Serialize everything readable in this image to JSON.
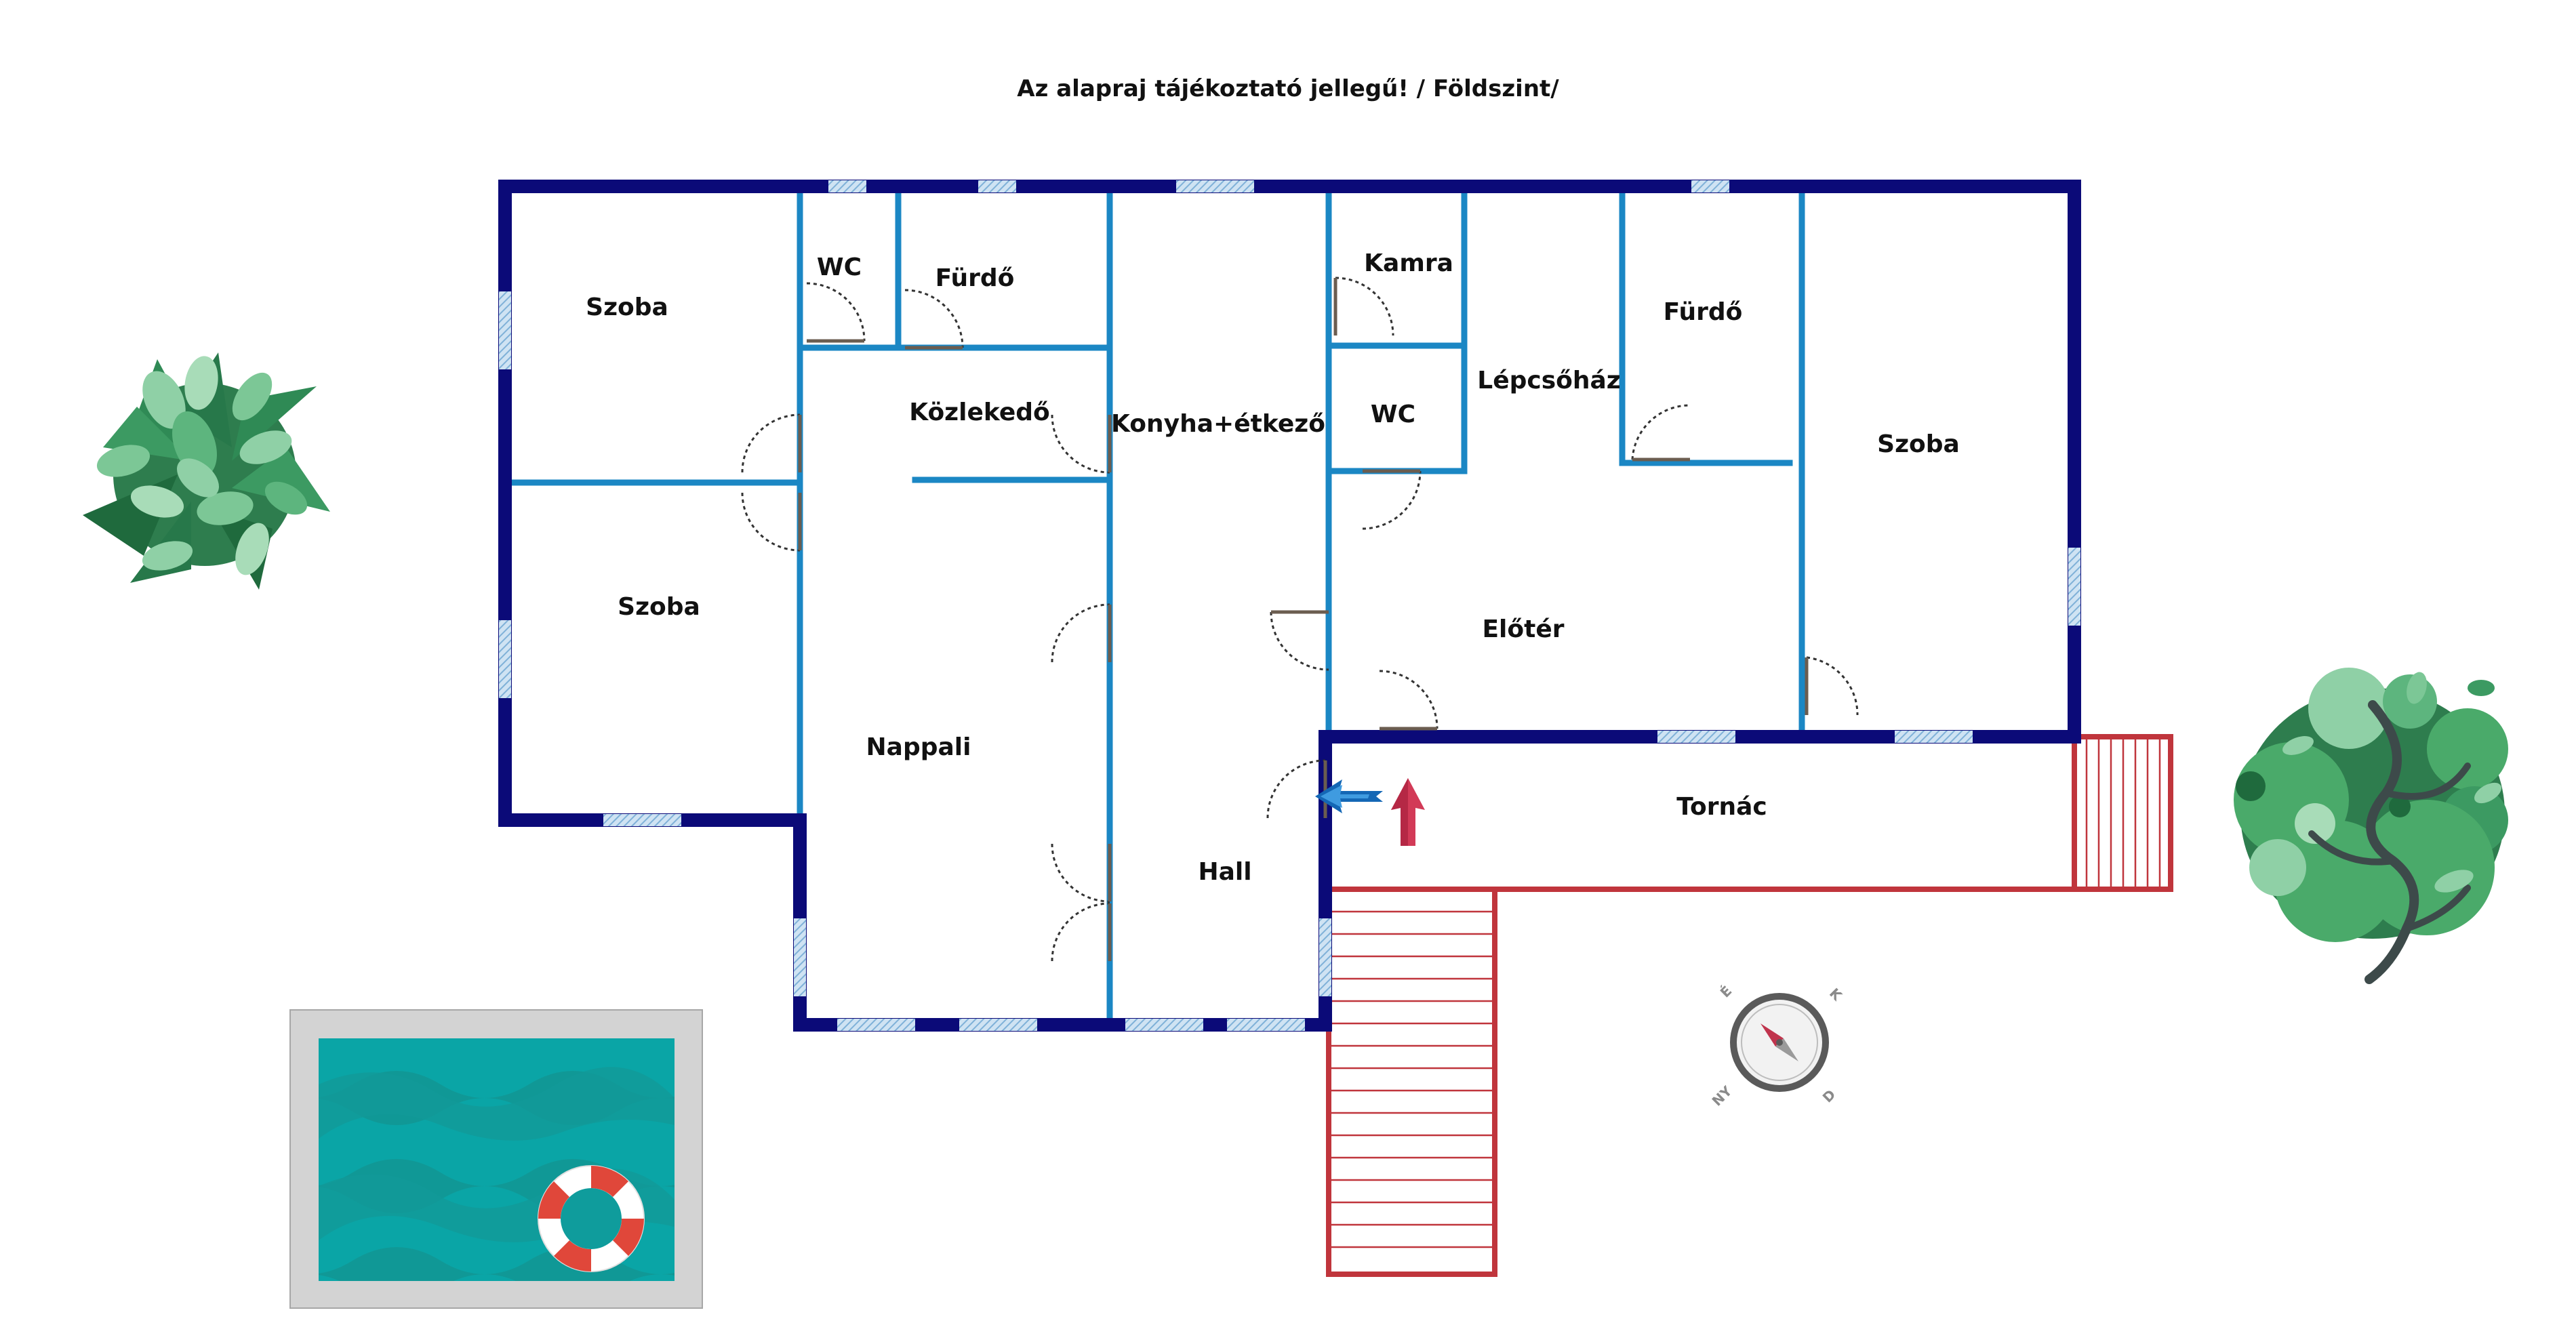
{
  "title": "Az alapraj tájékoztató jellegű! / Földszint/",
  "rooms": {
    "szoba_top_left": "Szoba",
    "wc_left": "WC",
    "furdo_left": "Fürdő",
    "kozlekedo": "Közlekedő",
    "konyha": "Konyha+étkező",
    "kamra": "Kamra",
    "wc_right": "WC",
    "lepcsohaz": "Lépcsőház",
    "furdo_right": "Fürdő",
    "szoba_right": "Szoba",
    "szoba_mid_left": "Szoba",
    "nappali": "Nappali",
    "hall": "Hall",
    "eloter": "Előtér",
    "tornac": "Tornác"
  },
  "compass": {
    "north": "É",
    "east": "K",
    "south": "D",
    "west": "NY"
  },
  "colors": {
    "exterior_wall": "#0b0a78",
    "interior_wall": "#1b87c4",
    "porch_outline": "#c0353c",
    "window_hatch": "#9ec7e6",
    "pool_water": "#0aa5a6",
    "pool_rim": "#d3d3d3",
    "plant_dark": "#2e7d4e",
    "plant_light": "#7cc796",
    "arrow_entry_blue": "#1467b5",
    "arrow_entry_red": "#d23a57"
  },
  "icons": {
    "entrance": "entrance-arrow-icon",
    "north_marker": "north-arrow-icon",
    "compass": "compass-icon",
    "pool": "pool-icon",
    "lifebuoy": "lifebuoy-icon",
    "plant_left": "plant-icon",
    "plant_right": "tree-icon"
  }
}
